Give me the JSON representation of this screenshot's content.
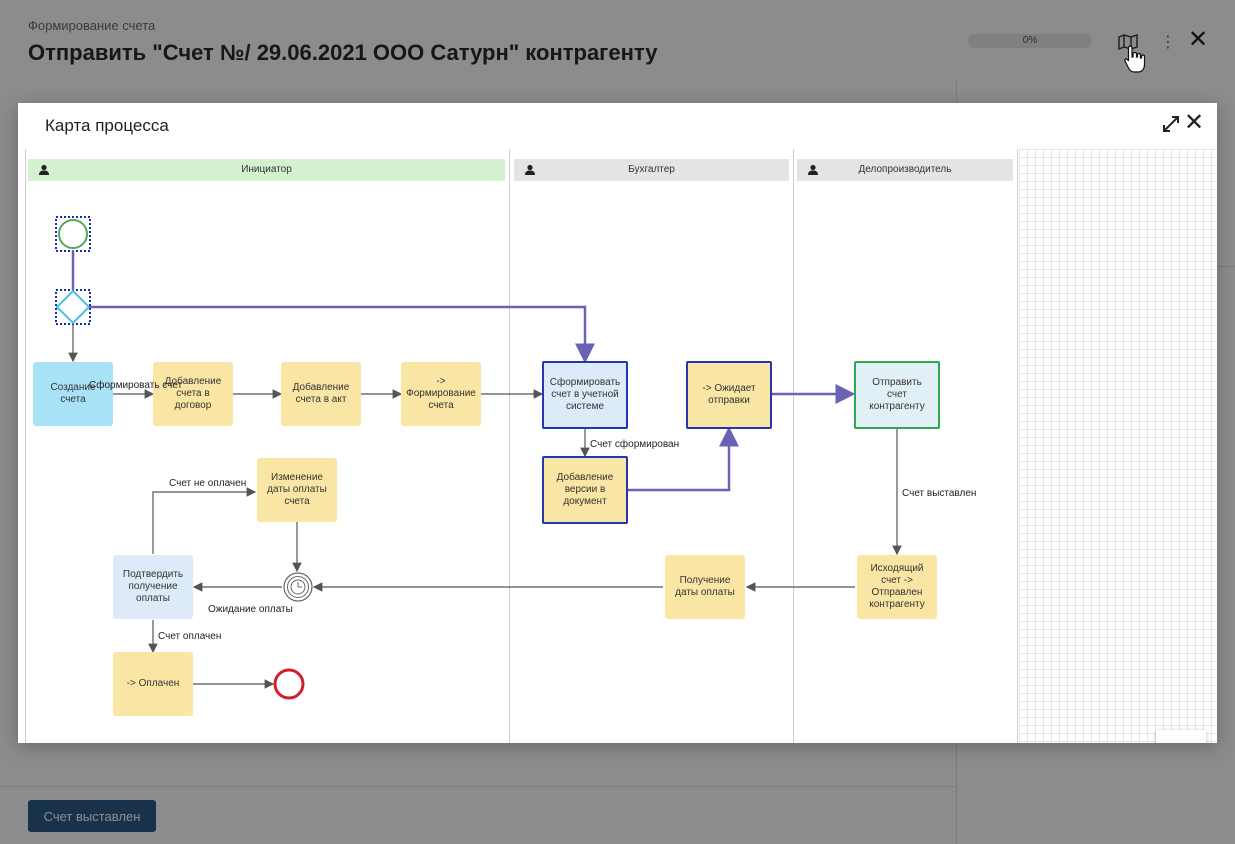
{
  "header": {
    "breadcrumb": "Формирование счета",
    "title": "Отправить \"Счет №/ 29.06.2021 ООО Сатурн\" контрагенту",
    "progress_label": "0%",
    "progress": 0
  },
  "footer": {
    "submit_label": "Счет выставлен"
  },
  "modal": {
    "title": "Карта процесса",
    "lanes": [
      {
        "name": "Инициатор",
        "color": "#d3f0cf"
      },
      {
        "name": "Бухгалтер",
        "color": "#e4e4e4"
      },
      {
        "name": "Делопроизводитель",
        "color": "#e4e4e4"
      }
    ],
    "nodes": {
      "create_invoice": "Создание\nсчета",
      "add_to_contract": "Добавление\nсчета в\nдоговор",
      "add_to_act": "Добавление\nсчета в акт",
      "to_forming": "->\nФормирование\nсчета",
      "form_in_system": "Сформировать\nсчет в учетной\nсистеме",
      "await_sending": "-> Ожидает\nотправки",
      "send_to_counterparty": "Отправить\nсчет\nконтрагенту",
      "add_version": "Добавление\nверсии в\nдокумент",
      "change_pay_date": "Изменение\nдаты оплаты\nсчета",
      "confirm_payment": "Подтвердить\nполучение\nоплаты",
      "get_pay_date": "Получение\nдаты оплаты",
      "outgoing_sent": "Исходящий\nсчет ->\nОтправлен\nконтрагенту",
      "paid": "-> Оплачен"
    },
    "labels": {
      "form_invoice": "Сформировать счет",
      "invoice_formed": "Счет сформирован",
      "invoice_issued": "Счет выставлен",
      "not_paid": "Счет не оплачен",
      "waiting_payment": "Ожидание оплаты",
      "paid": "Счет оплачен"
    },
    "colors": {
      "flow_blue": "#6a63b5",
      "start_green": "#57a85c",
      "end_red": "#d0202e",
      "gateway_cyan": "#49c0e0",
      "task_yellow": "#fae6a4"
    }
  }
}
